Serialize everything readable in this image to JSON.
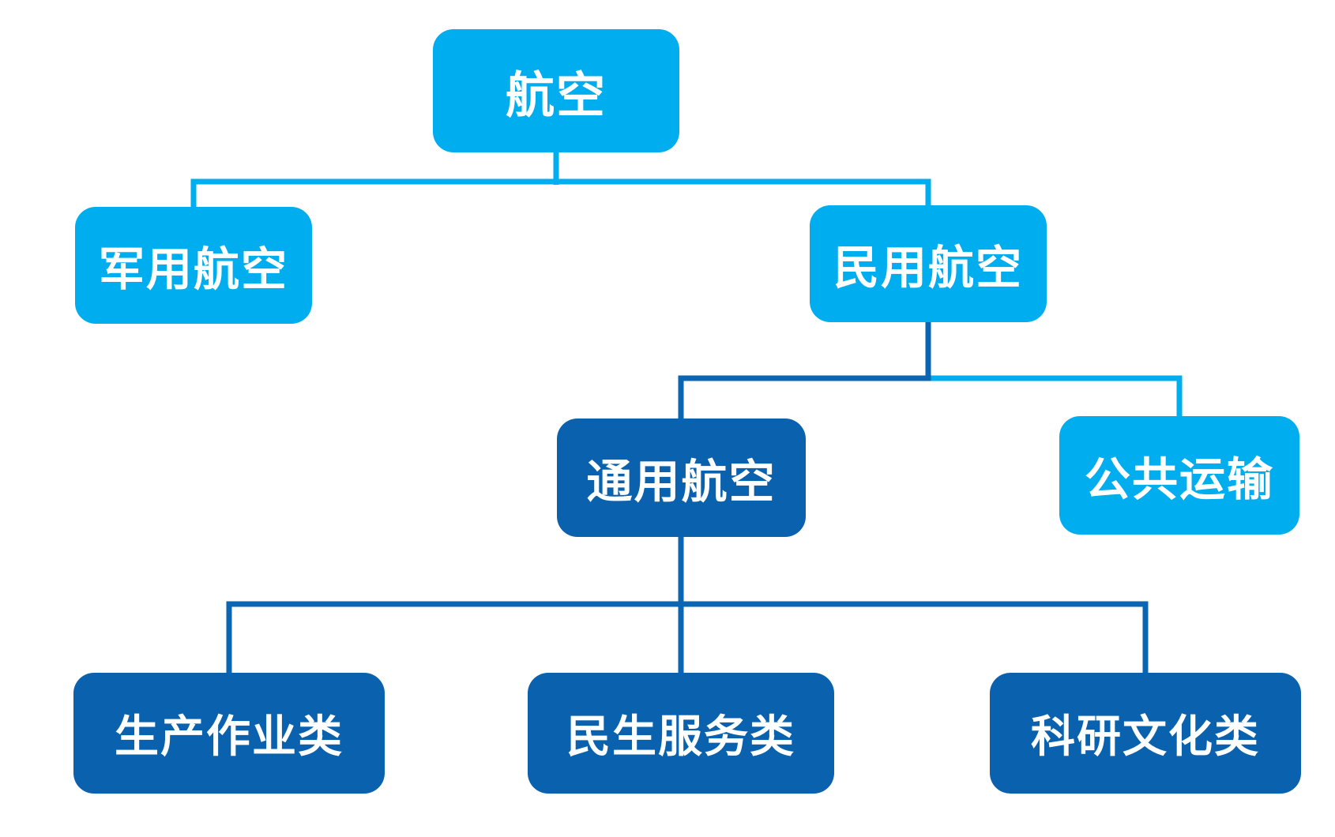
{
  "diagram": {
    "type": "org-tree",
    "background": "#FFFFFF",
    "colors": {
      "light_blue": "#00AEEF",
      "dark_blue": "#0A61AE",
      "edge_light_blue": "#00AEEF",
      "edge_dark_blue": "#0A66B2",
      "text": "#FFFFFF"
    },
    "nodes": [
      {
        "id": "aviation",
        "label": "航空",
        "tone": "light",
        "parent": null
      },
      {
        "id": "military-aviation",
        "label": "军用航空",
        "tone": "light",
        "parent": "aviation"
      },
      {
        "id": "civil-aviation",
        "label": "民用航空",
        "tone": "light",
        "parent": "aviation"
      },
      {
        "id": "general-aviation",
        "label": "通用航空",
        "tone": "dark",
        "parent": "civil-aviation"
      },
      {
        "id": "public-transport",
        "label": "公共运输",
        "tone": "light",
        "parent": "civil-aviation"
      },
      {
        "id": "production-operations",
        "label": "生产作业类",
        "tone": "dark",
        "parent": "general-aviation"
      },
      {
        "id": "livelihood-services",
        "label": "民生服务类",
        "tone": "dark",
        "parent": "general-aviation"
      },
      {
        "id": "research-culture",
        "label": "科研文化类",
        "tone": "dark",
        "parent": "general-aviation"
      }
    ]
  }
}
